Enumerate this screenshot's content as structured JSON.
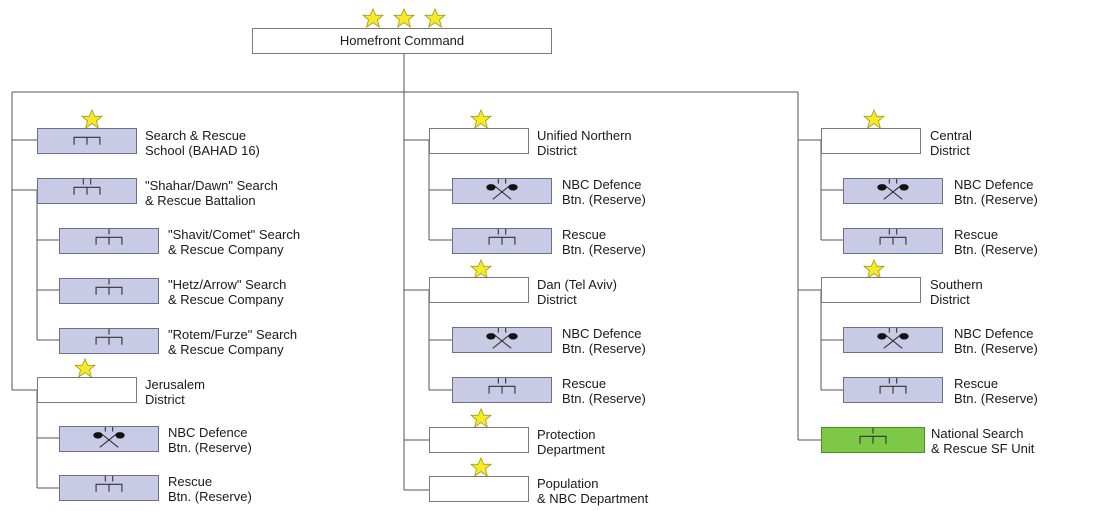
{
  "root": {
    "label": "Homefront Command",
    "stars": 3
  },
  "colors": {
    "unit_fill": "#c9cbe6",
    "special_fill": "#7ec847",
    "star": "#f5ea2a",
    "line": "#555555"
  },
  "columns": [
    {
      "nodes": [
        {
          "type": "school",
          "lines": [
            "Search & Rescue",
            "School (BAHAD 16)"
          ],
          "star": true
        },
        {
          "type": "battalion",
          "lines": [
            "\"Shahar/Dawn\" Search",
            "& Rescue Battalion"
          ],
          "star": false
        },
        {
          "type": "company",
          "lines": [
            "\"Shavit/Comet\" Search",
            "& Rescue Company"
          ],
          "star": false
        },
        {
          "type": "company",
          "lines": [
            "\"Hetz/Arrow\" Search",
            "& Rescue Company"
          ],
          "star": false
        },
        {
          "type": "company",
          "lines": [
            "\"Rotem/Furze\" Search",
            "& Rescue Company"
          ],
          "star": false
        },
        {
          "type": "district",
          "lines": [
            "Jerusalem",
            "District"
          ],
          "star": true
        },
        {
          "type": "nbc",
          "lines": [
            "NBC Defence",
            "Btn. (Reserve)"
          ],
          "star": false
        },
        {
          "type": "rescue",
          "lines": [
            "Rescue",
            "Btn. (Reserve)"
          ],
          "star": false
        }
      ]
    },
    {
      "nodes": [
        {
          "type": "district",
          "lines": [
            "Unified Northern",
            "District"
          ],
          "star": true
        },
        {
          "type": "nbc",
          "lines": [
            "NBC Defence",
            "Btn. (Reserve)"
          ],
          "star": false
        },
        {
          "type": "rescue",
          "lines": [
            "Rescue",
            "Btn. (Reserve)"
          ],
          "star": false
        },
        {
          "type": "district",
          "lines": [
            "Dan (Tel Aviv)",
            "District"
          ],
          "star": true
        },
        {
          "type": "nbc",
          "lines": [
            "NBC Defence",
            "Btn. (Reserve)"
          ],
          "star": false
        },
        {
          "type": "rescue",
          "lines": [
            "Rescue",
            "Btn. (Reserve)"
          ],
          "star": false
        },
        {
          "type": "department",
          "lines": [
            "Protection",
            "Department"
          ],
          "star": true
        },
        {
          "type": "department",
          "lines": [
            "Population",
            "& NBC Department"
          ],
          "star": true
        }
      ]
    },
    {
      "nodes": [
        {
          "type": "district",
          "lines": [
            "Central",
            "District"
          ],
          "star": true
        },
        {
          "type": "nbc",
          "lines": [
            "NBC Defence",
            "Btn. (Reserve)"
          ],
          "star": false
        },
        {
          "type": "rescue",
          "lines": [
            "Rescue",
            "Btn. (Reserve)"
          ],
          "star": false
        },
        {
          "type": "district",
          "lines": [
            "Southern",
            "District"
          ],
          "star": true
        },
        {
          "type": "nbc",
          "lines": [
            "NBC Defence",
            "Btn. (Reserve)"
          ],
          "star": false
        },
        {
          "type": "rescue",
          "lines": [
            "Rescue",
            "Btn. (Reserve)"
          ],
          "star": false
        },
        {
          "type": "special",
          "lines": [
            "National Search",
            "& Rescue SF Unit"
          ],
          "star": false
        }
      ]
    }
  ]
}
